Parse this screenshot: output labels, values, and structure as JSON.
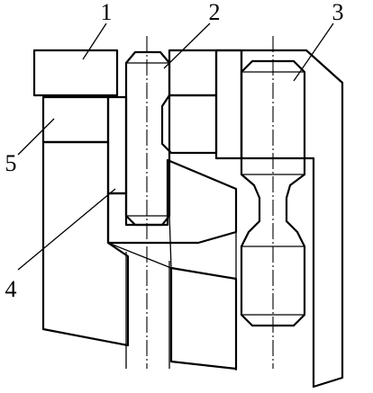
{
  "figure": {
    "callouts": [
      {
        "label": "1"
      },
      {
        "label": "2"
      },
      {
        "label": "3"
      },
      {
        "label": "4"
      },
      {
        "label": "5"
      }
    ]
  },
  "colors": {
    "line": "#000000",
    "background": "#ffffff"
  }
}
